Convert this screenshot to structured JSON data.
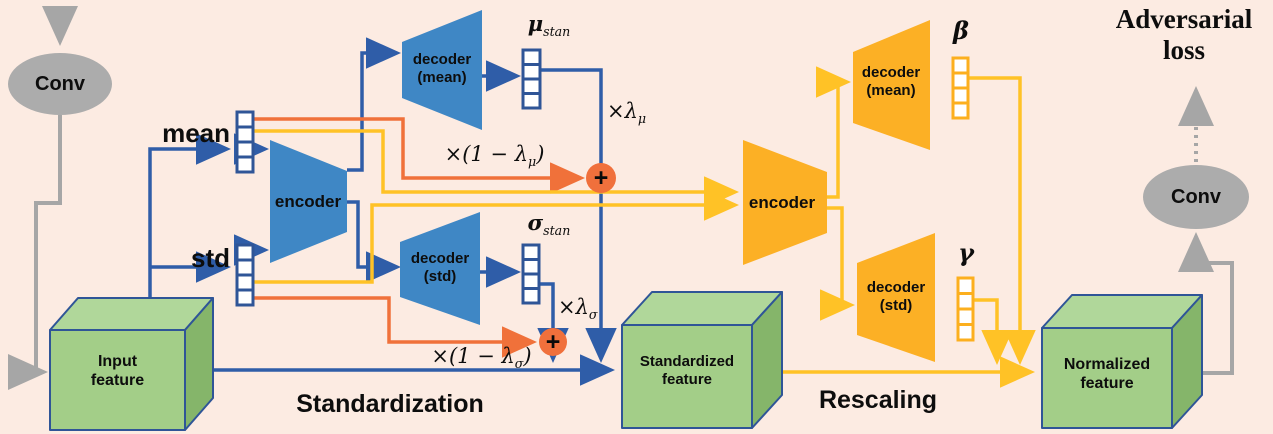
{
  "colors": {
    "background": "#FCEBE2",
    "blue_fill": "#3F87C5",
    "blue_line": "#2F5DA8",
    "yellow_fill": "#FCB025",
    "yellow_line": "#FFC226",
    "orange_line": "#F0713A",
    "gray": "#A6A6A6",
    "green_front": "#A3CE88",
    "green_top": "#B0D79A",
    "green_side": "#85B56A",
    "cube_border": "#2F5597"
  },
  "icons": {
    "plus": "+"
  },
  "conv_left": {
    "label": "Conv"
  },
  "conv_right": {
    "label": "Conv"
  },
  "adversarial": {
    "line1": "Adversarial",
    "line2": "loss"
  },
  "stats": {
    "mean": "mean",
    "std": "std"
  },
  "std_stage": {
    "title": "Standardization",
    "encoder": "encoder",
    "decoder_mean_l1": "decoder",
    "decoder_mean_l2": "(mean)",
    "decoder_std_l1": "decoder",
    "decoder_std_l2": "(std)",
    "mu": {
      "sym": "μ",
      "sub": "stan"
    },
    "sigma": {
      "sym": "σ",
      "sub": "stan"
    },
    "lambda_mu": {
      "pre": "×λ",
      "sub": "μ"
    },
    "lambda_sigma": {
      "pre": "×λ",
      "sub": "σ"
    },
    "one_minus_lambda_mu": {
      "pre": "×(1 − λ",
      "sub": "μ",
      "post": ")"
    },
    "one_minus_lambda_sigma": {
      "pre": "×(1 − λ",
      "sub": "σ",
      "post": ")"
    }
  },
  "rescale_stage": {
    "title": "Rescaling",
    "encoder": "encoder",
    "decoder_mean_l1": "decoder",
    "decoder_mean_l2": "(mean)",
    "decoder_std_l1": "decoder",
    "decoder_std_l2": "(std)",
    "beta": "β",
    "gamma": "γ"
  },
  "cubes": {
    "input_l1": "Input",
    "input_l2": "feature",
    "standardized_l1": "Standardized",
    "standardized_l2": "feature",
    "normalized_l1": "Normalized",
    "normalized_l2": "feature"
  }
}
